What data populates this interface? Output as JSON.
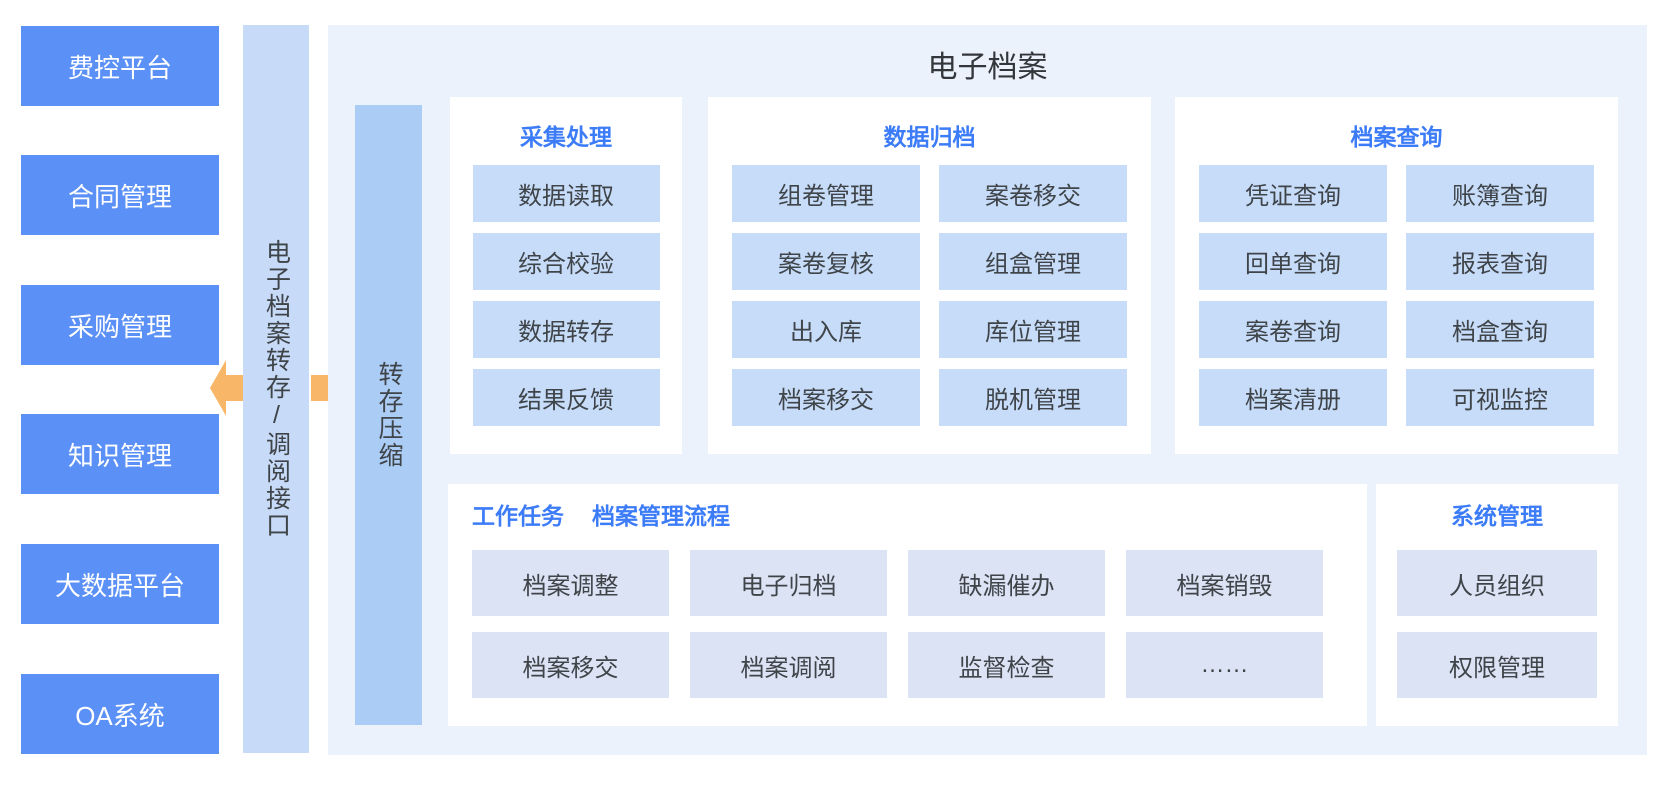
{
  "diagram": {
    "title": "电子档案"
  },
  "source_systems": [
    "费控平台",
    "合同管理",
    "采购管理",
    "知识管理",
    "大数据平台",
    "OA系统"
  ],
  "interface_bar": {
    "label": "电子档案转存/调阅接口"
  },
  "compress_bar": {
    "label": "转存压缩"
  },
  "sections": {
    "collect": {
      "title": "采集处理",
      "items": [
        "数据读取",
        "综合校验",
        "数据转存",
        "结果反馈"
      ]
    },
    "archive": {
      "title": "数据归档",
      "items": [
        "组卷管理",
        "案卷移交",
        "案卷复核",
        "组盒管理",
        "出入库",
        "库位管理",
        "档案移交",
        "脱机管理"
      ]
    },
    "query": {
      "title": "档案查询",
      "items": [
        "凭证查询",
        "账簿查询",
        "回单查询",
        "报表查询",
        "案卷查询",
        "档盒查询",
        "档案清册",
        "可视监控"
      ]
    },
    "tasks": {
      "title": "工作任务",
      "subtitle": "档案管理流程",
      "items": [
        "档案调整",
        "电子归档",
        "缺漏催办",
        "档案销毁",
        "档案移交",
        "档案调阅",
        "监督检查",
        "……"
      ]
    },
    "system": {
      "title": "系统管理",
      "items": [
        "人员组织",
        "权限管理"
      ]
    }
  },
  "colors": {
    "source_box": "#5B90F6",
    "interface_bar": "#C7DBF8",
    "compress_bar": "#ABCCF5",
    "container_bg": "#ECF2FB",
    "panel_bg": "#FFFFFF",
    "item_top": "#C7DCF9",
    "item_bottom": "#DCE3F5",
    "header_accent": "#3C7CF8",
    "arrow": "#F8B668",
    "text_dark": "#3F4449",
    "text_light": "#FFFFFF"
  }
}
